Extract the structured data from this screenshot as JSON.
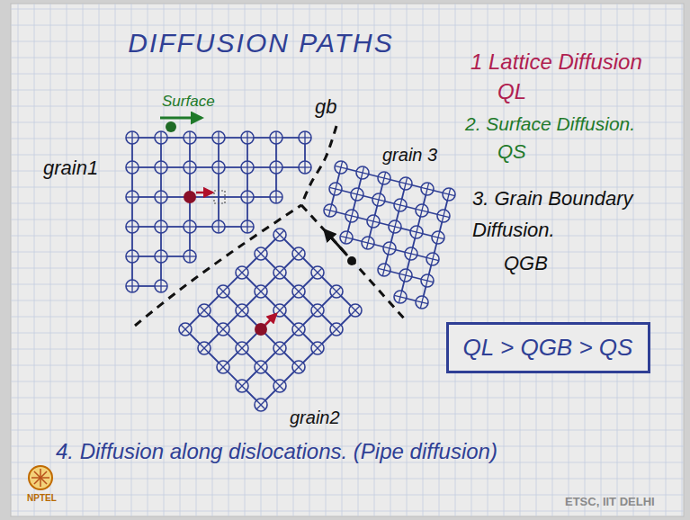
{
  "diagram": {
    "title": "DIFFUSION PATHS",
    "nodes": [
      {
        "text": [
          "QL > QGB > QS"
        ]
      }
    ],
    "labels": [
      "Surface",
      "gb",
      "grain1",
      "grain 3",
      "grain2",
      "1 Lattice Diffusion",
      "QL",
      "2. Surface Diffusion.",
      "QS",
      "3. Grain Boundary Diffusion.",
      "QGB",
      "4. Diffusion along dislocations. (Pipe diffusion)",
      "NPTEL",
      "ETSC, IIT DELHI"
    ]
  }
}
